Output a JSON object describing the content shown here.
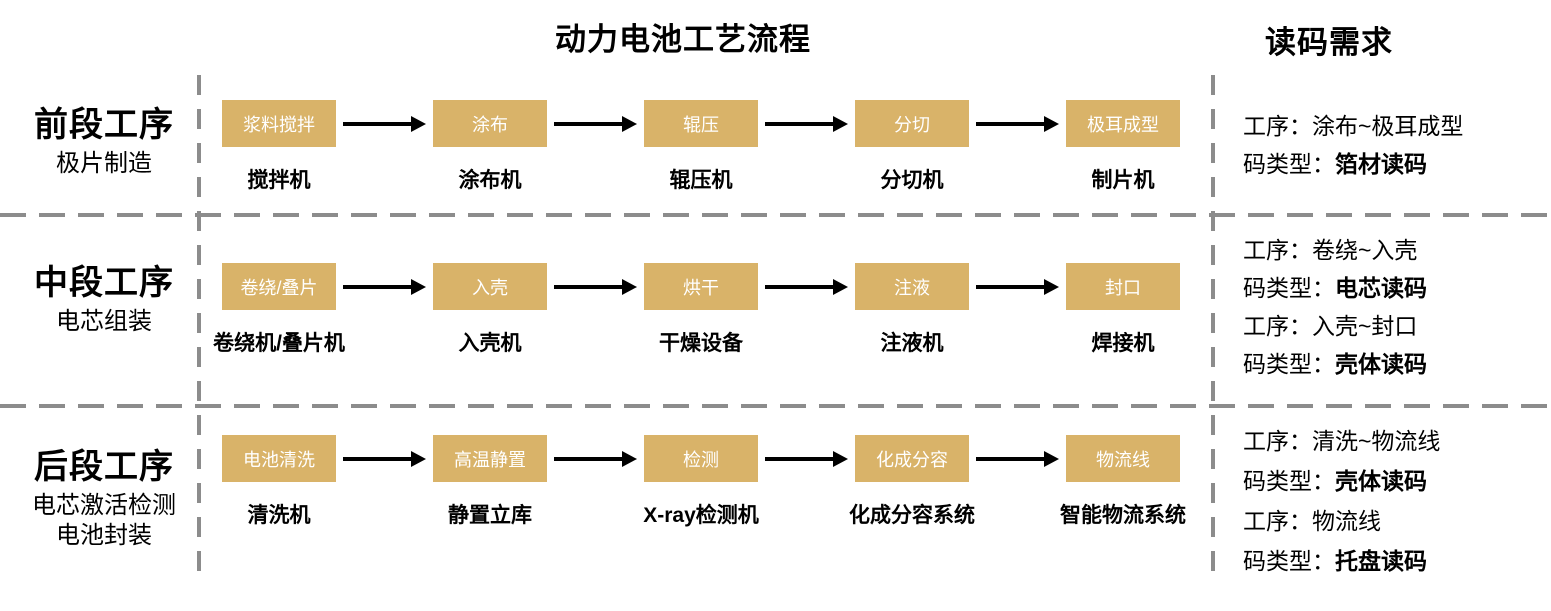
{
  "header": {
    "flow_title": "动力电池工艺流程",
    "requirements_title": "读码需求"
  },
  "colors": {
    "process_box": "#d9b369",
    "box_text": "#ffffff",
    "divider_dash": "#8c8c8c",
    "arrow": "#000000"
  },
  "rows": [
    {
      "stage": "前段工序",
      "stage_subtitle_lines": [
        "极片制造"
      ],
      "stations": [
        {
          "step": "浆料搅拌",
          "machine": "搅拌机"
        },
        {
          "step": "涂布",
          "machine": "涂布机"
        },
        {
          "step": "辊压",
          "machine": "辊压机"
        },
        {
          "step": "分切",
          "machine": "分切机"
        },
        {
          "step": "极耳成型",
          "machine": "制片机"
        }
      ],
      "requirements": [
        {
          "label": "工序：",
          "value": "涂布~极耳成型"
        },
        {
          "label": "码类型：",
          "value": "箔材读码"
        }
      ]
    },
    {
      "stage": "中段工序",
      "stage_subtitle_lines": [
        "电芯组装"
      ],
      "stations": [
        {
          "step": "卷绕/叠片",
          "machine": "卷绕机/叠片机"
        },
        {
          "step": "入壳",
          "machine": "入壳机"
        },
        {
          "step": "烘干",
          "machine": "干燥设备"
        },
        {
          "step": "注液",
          "machine": "注液机"
        },
        {
          "step": "封口",
          "machine": "焊接机"
        }
      ],
      "requirements": [
        {
          "label": "工序：",
          "value": "卷绕~入壳"
        },
        {
          "label": "码类型：",
          "value": "电芯读码"
        },
        {
          "label": "工序：",
          "value": "入壳~封口"
        },
        {
          "label": "码类型：",
          "value": "壳体读码"
        }
      ]
    },
    {
      "stage": "后段工序",
      "stage_subtitle_lines": [
        "电芯激活检测",
        "电池封装"
      ],
      "stations": [
        {
          "step": "电池清洗",
          "machine": "清洗机"
        },
        {
          "step": "高温静置",
          "machine": "静置立库"
        },
        {
          "step": "检测",
          "machine": "X-ray检测机"
        },
        {
          "step": "化成分容",
          "machine": "化成分容系统"
        },
        {
          "step": "物流线",
          "machine": "智能物流系统"
        }
      ],
      "requirements": [
        {
          "label": "工序：",
          "value": "清洗~物流线"
        },
        {
          "label": "码类型：",
          "value": "壳体读码"
        },
        {
          "label": "工序：",
          "value": "物流线"
        },
        {
          "label": "码类型：",
          "value": "托盘读码"
        }
      ]
    }
  ]
}
